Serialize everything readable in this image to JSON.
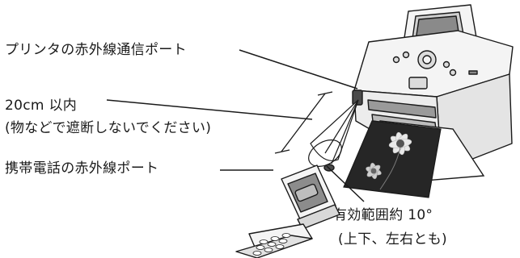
{
  "labels": {
    "printer_ir_port": "プリンタの赤外線通信ポート",
    "distance": "20cm 以内",
    "distance_note": "(物などで遮断しないでください)",
    "phone_ir_port": "携帯電話の赤外線ポート",
    "effective_range": "有効範囲約 10°",
    "effective_range_note": "(上下、左右とも)"
  },
  "colors": {
    "line": "#1a1a1a",
    "printer_body": "#f4f4f4",
    "photo_dark": "#262626"
  }
}
